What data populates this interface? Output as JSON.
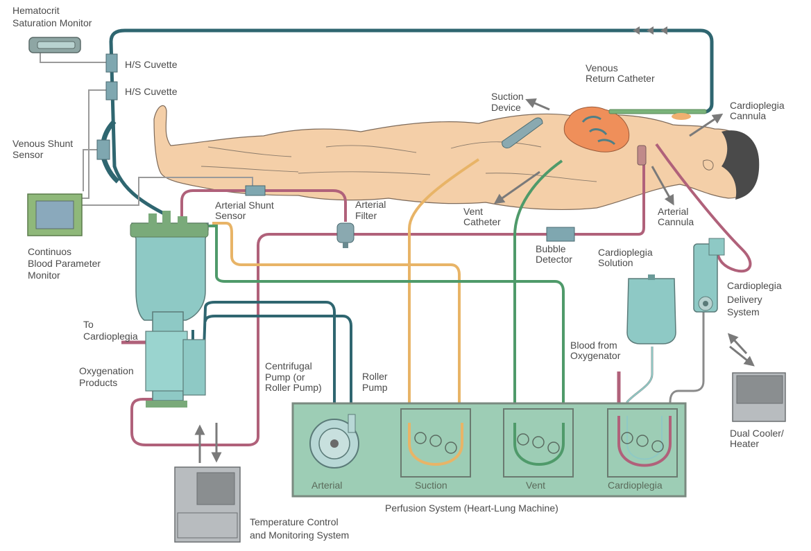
{
  "colors": {
    "teal_tube": "#2f6670",
    "green_tube": "#4f9a6a",
    "maroon_tube": "#b0617a",
    "orange_tube": "#e8b467",
    "gray_tube": "#8a8a8a",
    "skin": "#f4cfa8",
    "skin_outline": "#7d6a5a",
    "hair": "#4a4a4a",
    "heart": "#ef8f5a",
    "machine_fill": "#9dcdb5",
    "machine_stroke": "#7a8a80",
    "reservoir": "#8ec9c5",
    "monitor_green": "#8fb87a",
    "cooler_gray": "#b8bcbf"
  },
  "labels": {
    "hematocrit_monitor": [
      "Hematocrit",
      "Saturation Monitor"
    ],
    "hs_cuvette_1": "H/S Cuvette",
    "hs_cuvette_2": "H/S Cuvette",
    "venous_shunt_sensor": [
      "Venous Shunt",
      "Sensor"
    ],
    "blood_param_monitor": [
      "Continuos",
      "Blood Parameter",
      "Monitor"
    ],
    "arterial_shunt_sensor": [
      "Arterial Shunt",
      "Sensor"
    ],
    "arterial_filter": [
      "Arterial",
      "Filter"
    ],
    "suction_device": [
      "Suction",
      "Device"
    ],
    "venous_return_catheter": [
      "Venous",
      "Return Catheter"
    ],
    "cardioplegia_cannula": [
      "Cardioplegia",
      "Cannula"
    ],
    "vent_catheter": [
      "Vent",
      "Catheter"
    ],
    "arterial_cannula": [
      "Arterial",
      "Cannula"
    ],
    "bubble_detector": [
      "Bubble",
      "Detector"
    ],
    "cardioplegia_solution": [
      "Cardioplegia",
      "Solution"
    ],
    "cardioplegia_delivery": [
      "Cardioplegia",
      "Delivery",
      "System"
    ],
    "to_cardioplegia": [
      "To",
      "Cardioplegia"
    ],
    "oxygenation_products": [
      "Oxygenation",
      "Products"
    ],
    "centrifugal_pump": [
      "Centrifugal",
      "Pump (or",
      "Roller Pump)"
    ],
    "roller_pump": [
      "Roller",
      "Pump"
    ],
    "blood_from_oxygenator": [
      "Blood from",
      "Oxygenator"
    ],
    "dual_cooler_heater": [
      "Dual Cooler/",
      "Heater"
    ],
    "temperature_control": [
      "Temperature Control",
      "and Monitoring System"
    ]
  },
  "machine": {
    "title": "Perfusion System (Heart-Lung Machine)",
    "pumps": [
      "Arterial",
      "Suction",
      "Vent",
      "Cardioplegia"
    ]
  }
}
